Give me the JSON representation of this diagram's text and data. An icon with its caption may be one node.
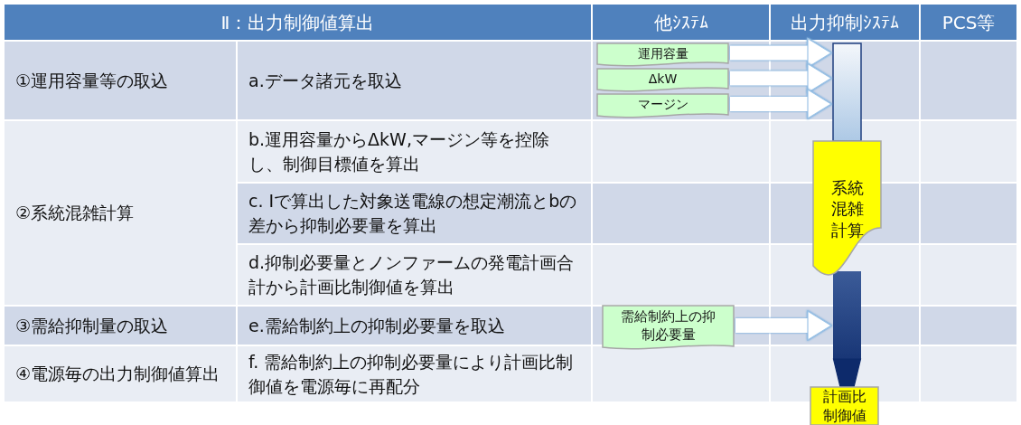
{
  "diagram": {
    "nodes": [
      {
        "text": [
          "運用容量"
        ]
      },
      {
        "text": [
          "ΔkW"
        ]
      },
      {
        "text": [
          "マージン"
        ]
      },
      {
        "text": [],
        "shape": "bar"
      },
      {
        "text": [
          "系統混雑計算"
        ]
      },
      {
        "text": [
          "需給制約上の抑制必要量"
        ]
      },
      {
        "text": [
          "計画比制御値"
        ]
      }
    ],
    "edges": [
      {
        "from": 0,
        "to": 3,
        "arrow": "to"
      },
      {
        "from": 1,
        "to": 3,
        "arrow": "to"
      },
      {
        "from": 2,
        "to": 3,
        "arrow": "to"
      },
      {
        "from": 5,
        "to": 4,
        "arrow": "to"
      },
      {
        "from": 4,
        "to": 6,
        "arrow": "to",
        "style": "thick",
        "color": "#0d2a6b"
      }
    ],
    "labels": [
      "Ⅱ：出力制御値算出",
      "他ｼｽﾃﾑ",
      "出力抑制ｼｽﾃﾑ",
      "PCS等",
      "①運用容量等の取込",
      "a.データ諸元を取込",
      "②系統混雑計算",
      "b.運用容量からΔkW,マージン等を控除し、制御目標値を算出",
      "c. Ⅰで算出した対象送電線の想定潮流とbの差から抑制必要量を算出",
      "d.抑制必要量とノンファームの発電計画合計から計画比制御値を算出",
      "③需給抑制量の取込",
      "e.需給制約上の抑制必要量を取込",
      "④電源毎の出力制御値算出",
      "f. 需給制約上の抑制必要量により計画比制御値を電源毎に再配分"
    ]
  }
}
